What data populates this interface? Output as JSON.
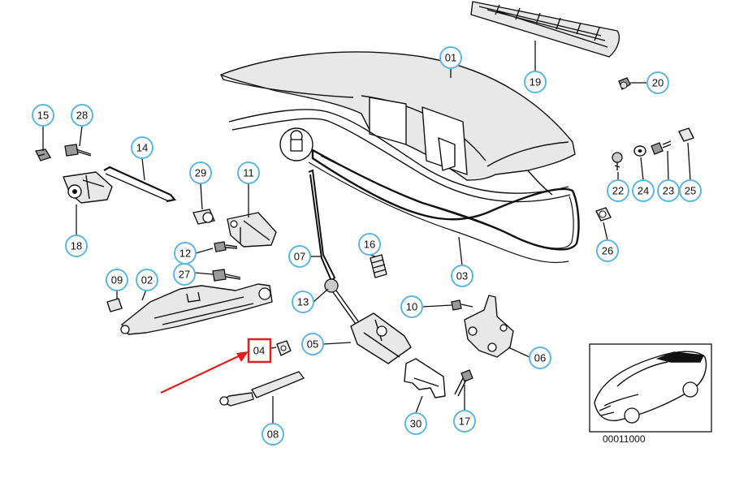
{
  "callouts": {
    "c01": "01",
    "c02": "02",
    "c03": "03",
    "c04": "04",
    "c05": "05",
    "c06": "06",
    "c07": "07",
    "c08": "08",
    "c09": "09",
    "c10": "10",
    "c11": "11",
    "c12": "12",
    "c13": "13",
    "c14": "14",
    "c15": "15",
    "c16": "16",
    "c17": "17",
    "c18": "18",
    "c19": "19",
    "c20": "20",
    "c22": "22",
    "c23": "23",
    "c24": "24",
    "c25": "25",
    "c26": "26",
    "c27": "27",
    "c28": "28",
    "c29": "29",
    "c30": "30"
  },
  "inset": {
    "caption": "00011000"
  },
  "colors": {
    "callout_ring": "#5fb7e0",
    "highlight": "#e01f1f",
    "arrow": "#e01f1f"
  }
}
